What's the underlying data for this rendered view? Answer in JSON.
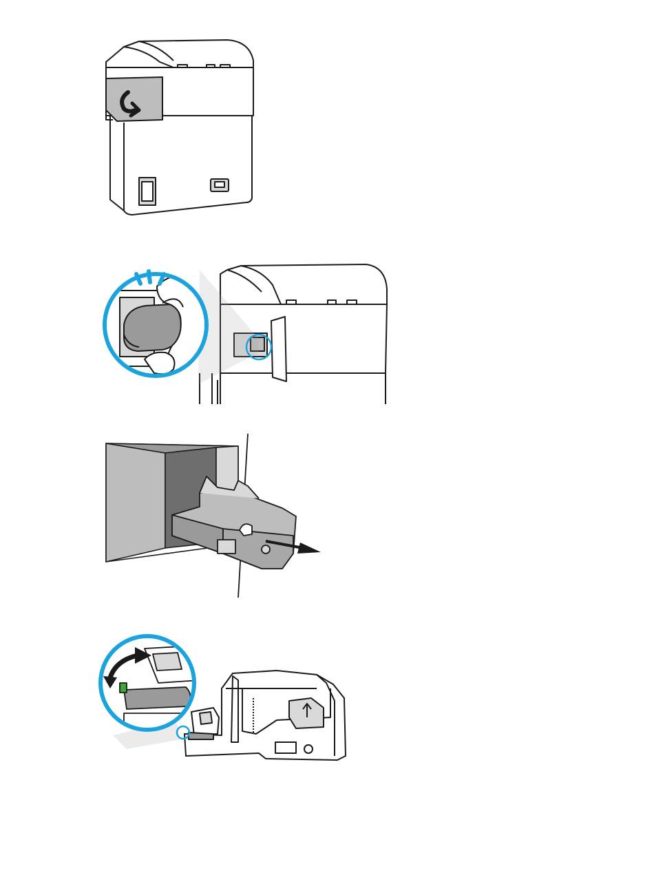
{
  "colors": {
    "line": "#1a1a1a",
    "gray_fill": "#bdbdbd",
    "mid_gray": "#9a9a9a",
    "dark_gray": "#6e6e6e",
    "light_gray": "#d9d9d9",
    "callout": "#1ba3dd",
    "green_tab": "#3aa935",
    "white": "#ffffff"
  },
  "figures": [
    {
      "name": "printer-rear-door-open",
      "icons": [
        "printer-icon",
        "rotate-arrow-icon"
      ]
    },
    {
      "name": "stapler-latch-press-zoom",
      "icons": [
        "hand-icon",
        "press-indicator-icon",
        "zoom-callout-icon"
      ]
    },
    {
      "name": "stapler-cartridge-pull-out",
      "icons": [
        "cartridge-icon",
        "pull-arrow-icon"
      ]
    },
    {
      "name": "staple-cartridge-lever-release",
      "icons": [
        "lever-icon",
        "curved-arrow-icon",
        "zoom-callout-icon"
      ]
    }
  ]
}
